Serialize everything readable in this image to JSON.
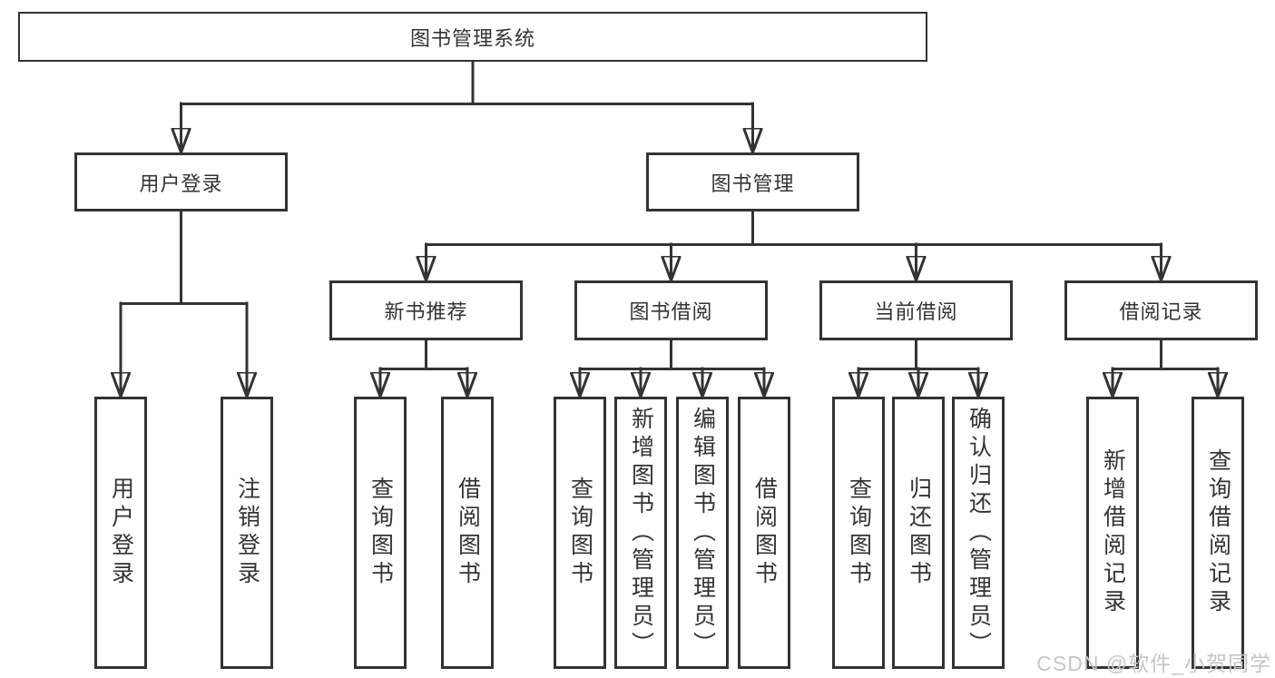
{
  "title": "图书管理系统",
  "level2": [
    {
      "label": "用户登录"
    },
    {
      "label": "图书管理"
    }
  ],
  "level3": [
    {
      "label": "新书推荐"
    },
    {
      "label": "图书借阅"
    },
    {
      "label": "当前借阅"
    },
    {
      "label": "借阅记录"
    }
  ],
  "leaves": {
    "user_login": [
      "用户登录",
      "注销登录"
    ],
    "new_book_recommend": [
      "查询图书",
      "借阅图书"
    ],
    "book_borrow": [
      "查询图书",
      "新增图书（管理员）",
      "编辑图书（管理员）",
      "借阅图书"
    ],
    "current_borrow": [
      "查询图书",
      "归还图书",
      "确认归还（管理员）"
    ],
    "borrow_record": [
      "新增借阅记录",
      "查询借阅记录"
    ]
  },
  "watermark": "CSDN @软件_小贺同学",
  "colors": {
    "line": "#333333",
    "text": "#333333",
    "box_background": "#ffffff",
    "watermark": "#c6c6c6",
    "background": "#ffffff"
  }
}
